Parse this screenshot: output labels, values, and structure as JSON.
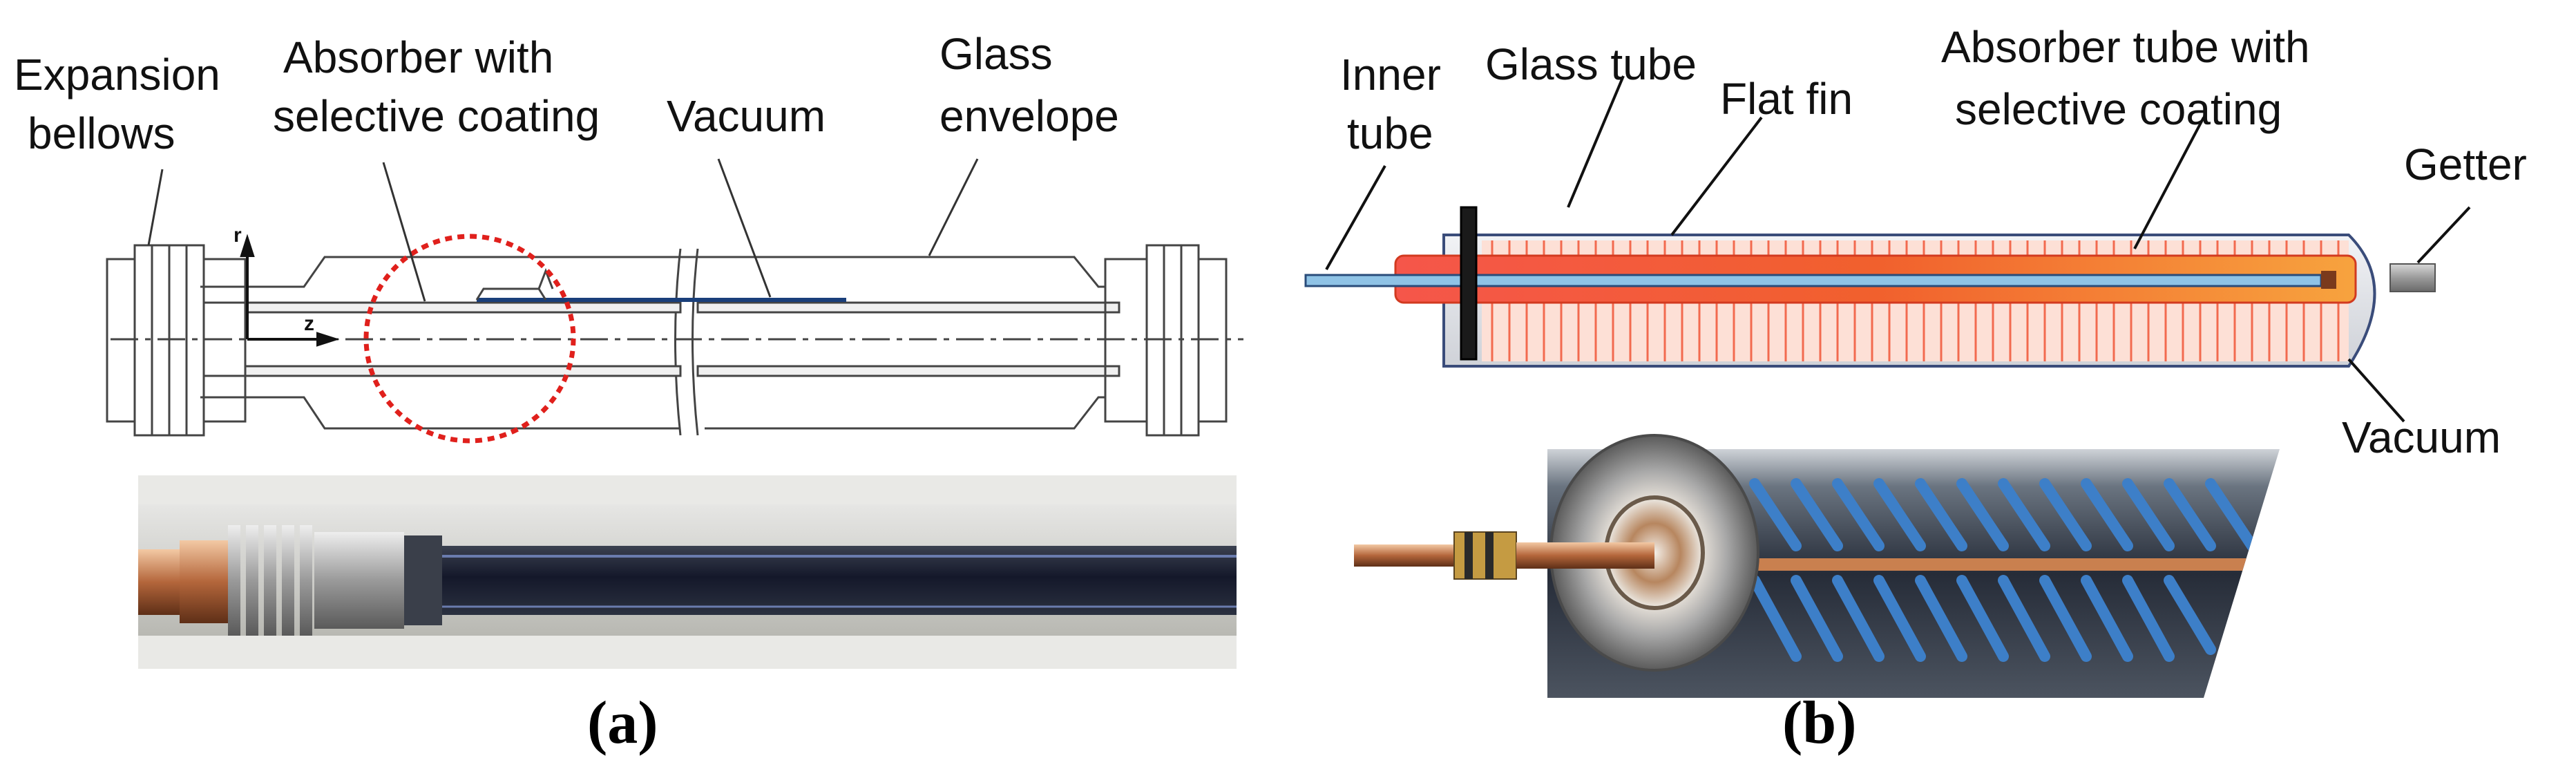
{
  "panel_a": {
    "labels": {
      "expansion_1": "Expansion",
      "expansion_2": "bellows",
      "absorber_1": "Absorber with",
      "absorber_2": "selective coating",
      "vacuum": "Vacuum",
      "glass_1": "Glass",
      "glass_2": "envelope",
      "axis_r": "r",
      "axis_z": "z"
    },
    "caption": "(a)"
  },
  "panel_b": {
    "labels": {
      "inner_1": "Inner",
      "inner_2": "tube",
      "glass_tube": "Glass tube",
      "flat_fin": "Flat fin",
      "absorber_1": "Absorber tube with",
      "absorber_2": "selective coating",
      "getter": "Getter",
      "vacuum": "Vacuum"
    },
    "caption": "(b)"
  },
  "colors": {
    "line": "#444444",
    "highlight_circle": "#e0201c",
    "fin_red": "#f26a4f",
    "absorber_orange": "#f25a22",
    "inner_blue": "#8fc3e6",
    "glass_fill": "#e4e6ea",
    "photo_dark": "#1d2233",
    "photo_blue": "#3d7fc8",
    "copper": "#c9804f"
  }
}
